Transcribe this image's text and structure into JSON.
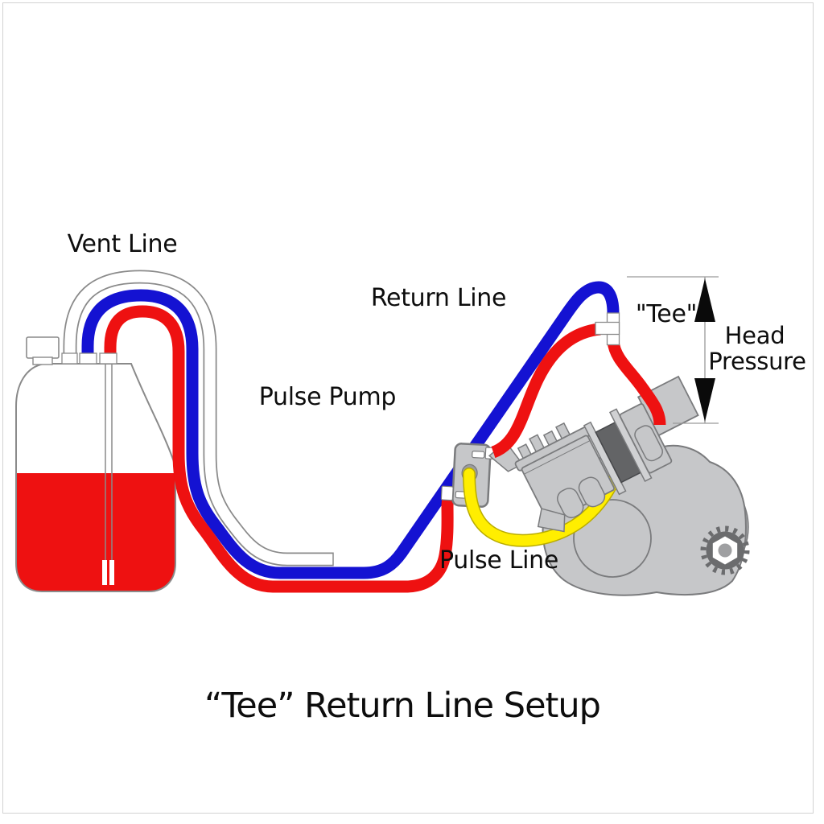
{
  "title": "“Tee” Return Line Setup",
  "labels": {
    "vent_line": "Vent Line",
    "return_line": "Return Line",
    "pulse_pump": "Pulse Pump",
    "tee": "\"Tee\"",
    "head_pressure_line1": "Head",
    "head_pressure_line2": "Pressure",
    "pulse_line": "Pulse Line"
  },
  "colors": {
    "fuel_red": "#ee1111",
    "return_blue": "#1412d2",
    "pulse_yellow": "#ffee00",
    "vent_white": "#ffffff",
    "component_light_gray": "#c6c7c9",
    "component_outline_gray": "#7a7b7d",
    "insulator_dark_gray": "#636466",
    "annotation_black": "#0a0a0a"
  },
  "components": [
    "fuel-tank",
    "fuel-pickup-clunk",
    "tank-cap",
    "vent-line",
    "return-line",
    "fuel-supply-line",
    "pulse-pump",
    "pulse-line",
    "carburetor",
    "tee-fitting",
    "engine-crankcase",
    "drive-sprocket",
    "head-pressure-dimension"
  ]
}
